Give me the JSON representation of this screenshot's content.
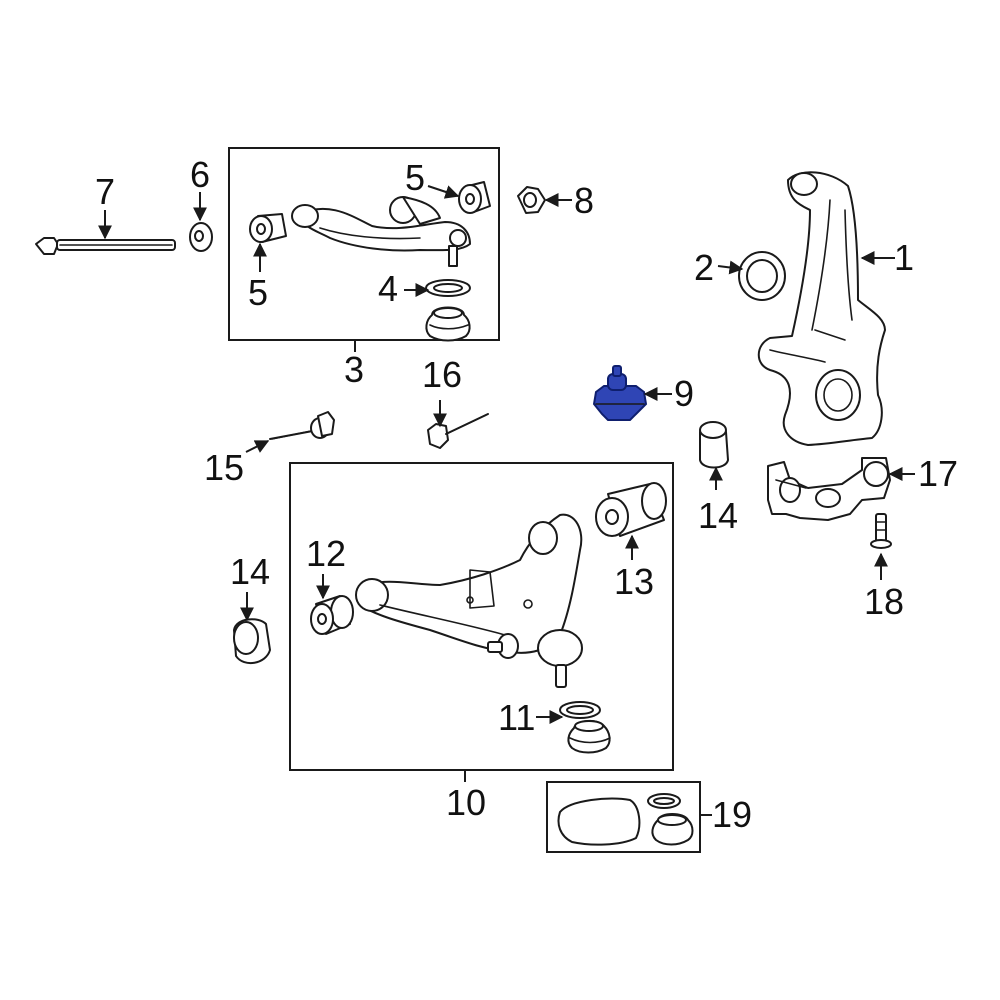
{
  "colors": {
    "line": "#1a1a1a",
    "background": "#ffffff",
    "highlight_fill": "#2f45b5",
    "highlight_stroke": "#0f1f6e"
  },
  "callouts": {
    "c1": "1",
    "c2": "2",
    "c3": "3",
    "c4": "4",
    "c5a": "5",
    "c5b": "5",
    "c6": "6",
    "c7": "7",
    "c8": "8",
    "c9": "9",
    "c10": "10",
    "c11": "11",
    "c12": "12",
    "c13": "13",
    "c14a": "14",
    "c14b": "14",
    "c15": "15",
    "c16": "16",
    "c17": "17",
    "c18": "18",
    "c19": "19"
  },
  "highlighted_part": "9"
}
